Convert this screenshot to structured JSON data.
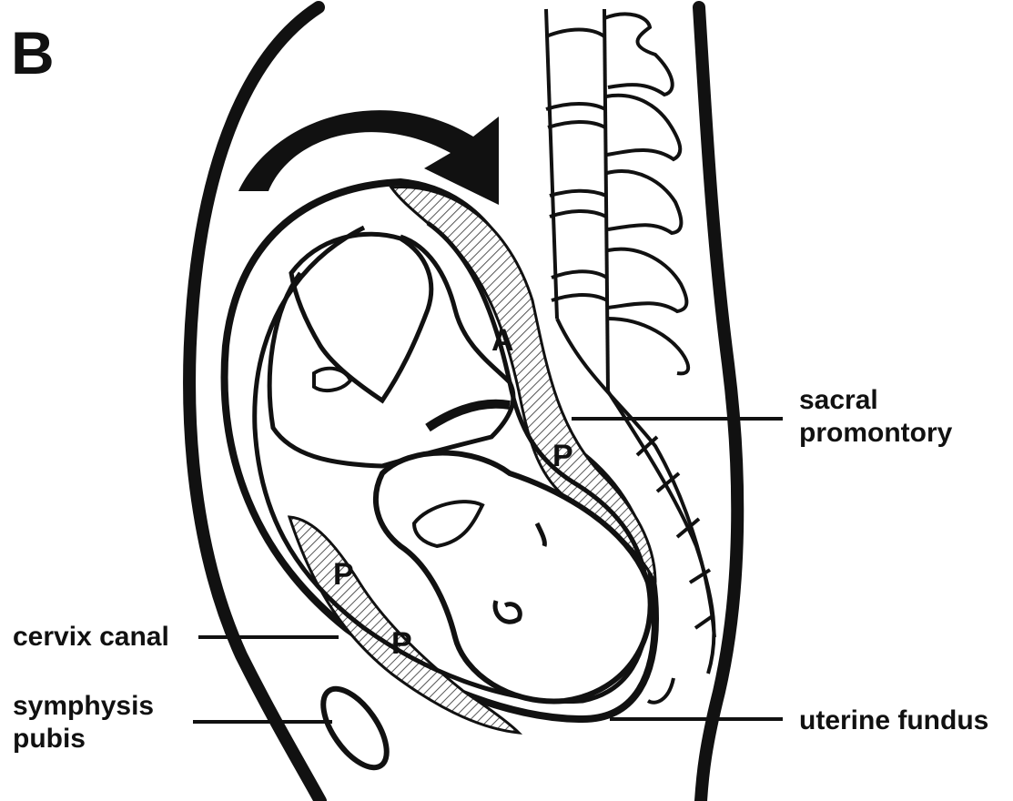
{
  "panel_letter": "B",
  "labels": {
    "sacral_promontory": [
      "sacral",
      "promontory"
    ],
    "cervix_canal": "cervix canal",
    "symphysis_pubis": [
      "symphysis",
      "pubis"
    ],
    "uterine_fundus": "uterine fundus"
  },
  "placenta_markers": {
    "anterior": "A",
    "posterior_upper": "P",
    "posterior_mid": "P",
    "posterior_lower": "P"
  },
  "colors": {
    "ink": "#111111",
    "background": "#ffffff",
    "hatch": "#8a8a8a"
  }
}
